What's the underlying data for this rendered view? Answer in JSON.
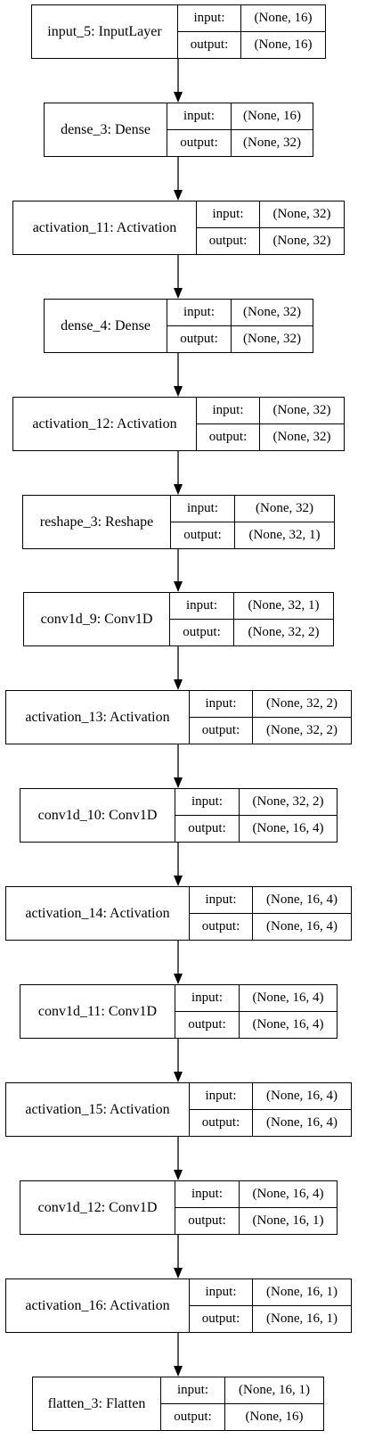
{
  "nodes": [
    {
      "name": "input_5: InputLayer",
      "input": "(None, 16)",
      "output": "(None, 16)"
    },
    {
      "name": "dense_3: Dense",
      "input": "(None, 16)",
      "output": "(None, 32)"
    },
    {
      "name": "activation_11: Activation",
      "input": "(None, 32)",
      "output": "(None, 32)"
    },
    {
      "name": "dense_4: Dense",
      "input": "(None, 32)",
      "output": "(None, 32)"
    },
    {
      "name": "activation_12: Activation",
      "input": "(None, 32)",
      "output": "(None, 32)"
    },
    {
      "name": "reshape_3: Reshape",
      "input": "(None, 32)",
      "output": "(None, 32, 1)"
    },
    {
      "name": "conv1d_9: Conv1D",
      "input": "(None, 32, 1)",
      "output": "(None, 32, 2)"
    },
    {
      "name": "activation_13: Activation",
      "input": "(None, 32, 2)",
      "output": "(None, 32, 2)"
    },
    {
      "name": "conv1d_10: Conv1D",
      "input": "(None, 32, 2)",
      "output": "(None, 16, 4)"
    },
    {
      "name": "activation_14: Activation",
      "input": "(None, 16, 4)",
      "output": "(None, 16, 4)"
    },
    {
      "name": "conv1d_11: Conv1D",
      "input": "(None, 16, 4)",
      "output": "(None, 16, 4)"
    },
    {
      "name": "activation_15: Activation",
      "input": "(None, 16, 4)",
      "output": "(None, 16, 4)"
    },
    {
      "name": "conv1d_12: Conv1D",
      "input": "(None, 16, 4)",
      "output": "(None, 16, 1)"
    },
    {
      "name": "activation_16: Activation",
      "input": "(None, 16, 1)",
      "output": "(None, 16, 1)"
    },
    {
      "name": "flatten_3: Flatten",
      "input": "(None, 16, 1)",
      "output": "(None, 16)"
    }
  ],
  "labels": {
    "input": "input:",
    "output": "output:"
  }
}
